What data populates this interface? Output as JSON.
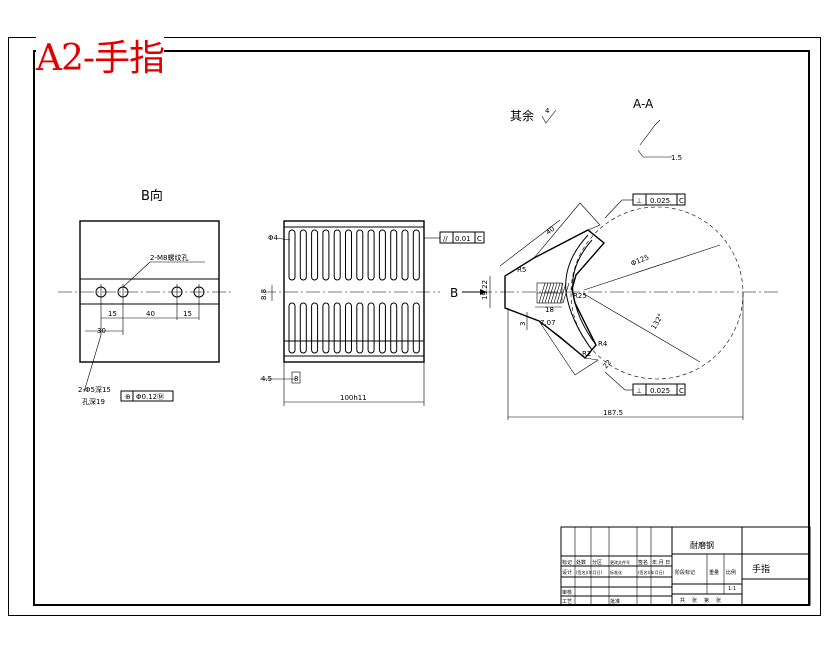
{
  "title_stamp": "A2-手指",
  "views": {
    "view_b_label": "B向",
    "section_label": "A-A",
    "view_arrow_label": "B",
    "roughness_prefix": "其余",
    "roughness_value": "4"
  },
  "annotations": {
    "tapped_holes": "2-M8螺纹孔",
    "hole_callout_line1": "2-Φ5深15",
    "hole_callout_line2": "孔深19",
    "hole_position_tol": "Φ0.12Ⓜ",
    "dim_30": "30",
    "dim_15a": "15",
    "dim_40": "40",
    "dim_15b": "15",
    "dim_phi4": "Φ4",
    "flatness_tol": "0.01",
    "datum_c1": "C",
    "dim_8_8": "8.8",
    "dim_4_5": "4.5",
    "dim_8": "8",
    "dim_100": "100h11",
    "dim_19_22": "19.22",
    "dim_18": "18",
    "dim_7_07": "7.07",
    "dim_3": "3",
    "dim_40_slant": "40",
    "dim_R": "R5",
    "dim_arc": "R25",
    "dim_circle": "Φ125",
    "dim_132": "132°",
    "dim_4": "R4",
    "dim_2": "R2",
    "dim_22": "22",
    "dim_187": "187.5",
    "perp_tol_top": "0.025",
    "perp_tol_bottom": "0.025",
    "datum_c2": "C",
    "datum_c3": "C",
    "dim_1_5": "1.5"
  },
  "title_block": {
    "material": "耐磨钢",
    "part_name": "手指",
    "row1": [
      "标记",
      "处数",
      "分区",
      "更改文件号",
      "签名",
      "年 月 日"
    ],
    "row2": [
      "设计",
      "(签名)(年月日)",
      "标准化",
      "(签名)(年月日)"
    ],
    "row_stage": [
      "阶段标记",
      "重量",
      "比例"
    ],
    "scale": "1:1",
    "row3": "审核",
    "row4": "工艺",
    "approve": "批准",
    "sheet": [
      "共",
      "张",
      "第",
      "张"
    ]
  }
}
